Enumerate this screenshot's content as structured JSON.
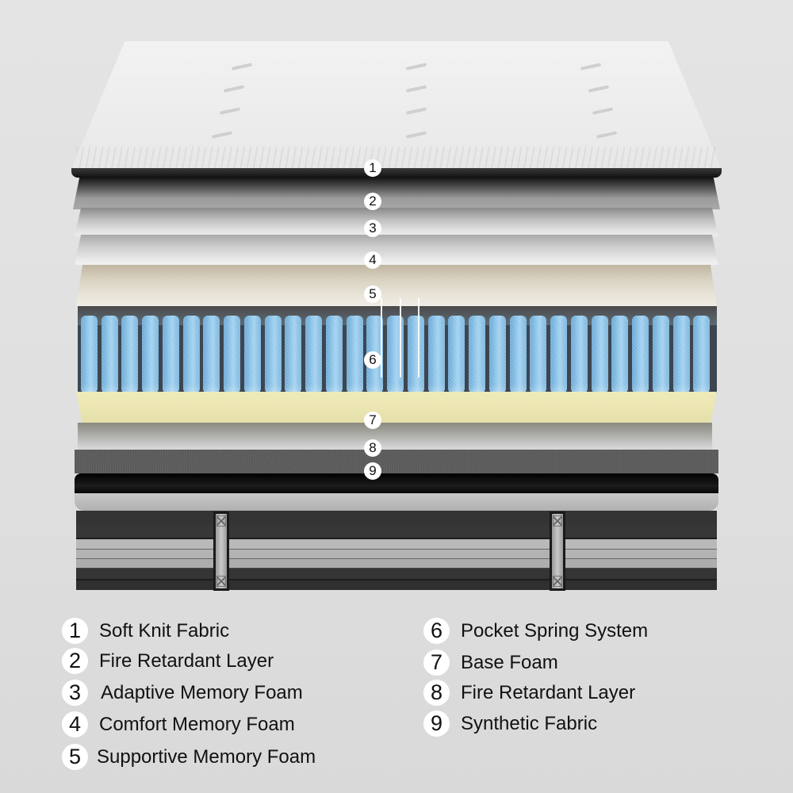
{
  "image": {
    "subject": "mattress-layers-exploded-view",
    "colors": {
      "background": "#e0e0e0",
      "spring_blue": "#8fc6ea",
      "base_foam_yellow": "#ece6b2",
      "supportive_foam_beige": "#e9e5da",
      "synthetic_fabric_gray": "#5a5a5a",
      "base_dark": "#2d2d2d"
    }
  },
  "markers": [
    "1",
    "2",
    "3",
    "4",
    "5",
    "6",
    "7",
    "8",
    "9"
  ],
  "legend": {
    "left": [
      {
        "num": "1",
        "label": "Soft Knit Fabric"
      },
      {
        "num": "2",
        "label": "Fire Retardant Layer"
      },
      {
        "num": "3",
        "label": "Adaptive Memory Foam"
      },
      {
        "num": "4",
        "label": "Comfort Memory Foam"
      },
      {
        "num": "5",
        "label": "Supportive Memory Foam"
      }
    ],
    "right": [
      {
        "num": "6",
        "label": "Pocket Spring System"
      },
      {
        "num": "7",
        "label": "Base Foam"
      },
      {
        "num": "8",
        "label": "Fire Retardant Layer"
      },
      {
        "num": "9",
        "label": "Synthetic Fabric"
      }
    ]
  }
}
